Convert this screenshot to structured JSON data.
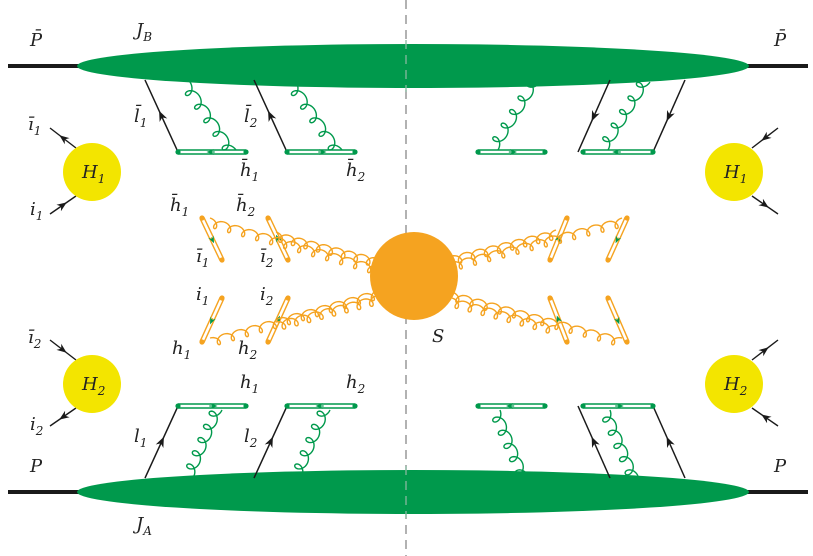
{
  "colors": {
    "jet": "#00994c",
    "soft": "#f5a320",
    "hard": "#f3e500",
    "line": "#1a1a1a",
    "cut": "#888888"
  },
  "labels": {
    "pbar_left": "P̄",
    "pbar_right": "P̄",
    "p_left": "P",
    "p_right": "P",
    "jb": "J",
    "jb_sub": "B",
    "ja": "J",
    "ja_sub": "A",
    "s": "S",
    "h1_left": "H",
    "h1_left_sub": "1",
    "h2_left": "H",
    "h2_left_sub": "2",
    "h1_right": "H",
    "h1_right_sub": "1",
    "h2_right": "H",
    "h2_right_sub": "2",
    "ibar1_top": "ī",
    "ibar1_top_sub": "1",
    "i1_left": "i",
    "i1_left_sub": "1",
    "ibar2_left": "ī",
    "ibar2_left_sub": "2",
    "i2_left": "i",
    "i2_left_sub": "2",
    "lbar1": "l̄",
    "lbar1_sub": "1",
    "lbar2": "l̄",
    "lbar2_sub": "2",
    "hbar1_top": "h̄",
    "hbar1_top_sub": "1",
    "hbar2_top": "h̄",
    "hbar2_top_sub": "2",
    "l1": "l",
    "l1_sub": "1",
    "l2": "l",
    "l2_sub": "2",
    "h1_bot": "h",
    "h1_bot_sub": "1",
    "h2_bot": "h",
    "h2_bot_sub": "2",
    "hbar1_mid": "h̄",
    "hbar1_mid_sub": "1",
    "hbar2_mid": "h̄",
    "hbar2_mid_sub": "2",
    "ibar1_mid": "ī",
    "ibar1_mid_sub": "1",
    "ibar2_mid": "ī",
    "ibar2_mid_sub": "2",
    "i1_mid": "i",
    "i1_mid_sub": "1",
    "i2_mid": "i",
    "i2_mid_sub": "2",
    "h1_mid": "h",
    "h1_mid_sub": "1",
    "h2_mid": "h",
    "h2_mid_sub": "2"
  }
}
